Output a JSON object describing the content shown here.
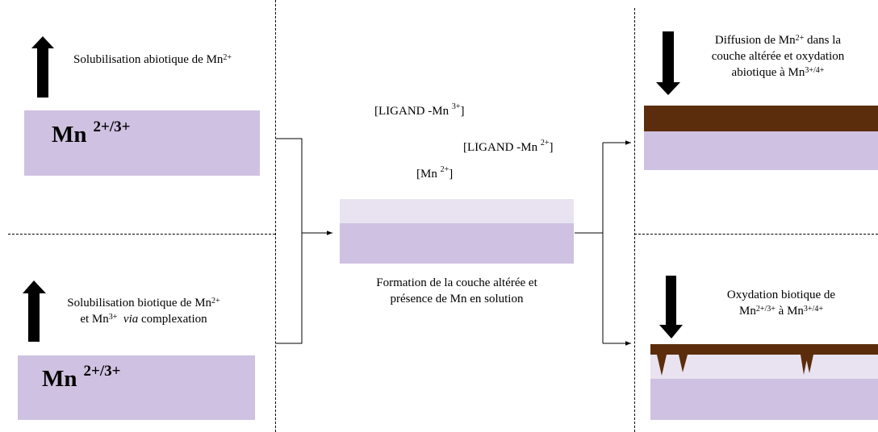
{
  "colors": {
    "mineral": "#cfc1e1",
    "altered_layer": "#e9e3f1",
    "oxide": "#5c2d0c",
    "arrow": "#000000"
  },
  "top_left": {
    "label_text": "Solubilisation abiotique de Mn",
    "label_sup": "2+",
    "block_base": "Mn",
    "block_sup": "2+/3+"
  },
  "bottom_left": {
    "line1_text": "Solubilisation biotique de Mn",
    "line1_sup": "2+",
    "line2_a": "et Mn",
    "line2_sup": "3+",
    "line2_via": "via",
    "line2_b": " complexation",
    "block_base": "Mn",
    "block_sup": "2+/3+"
  },
  "center": {
    "species_1_text": "[LIGAND -Mn ",
    "species_1_sup": "3+",
    "species_1_end": "]",
    "species_2_text": "[LIGAND -Mn ",
    "species_2_sup": "2+",
    "species_2_end": "]",
    "species_3_text": "[Mn ",
    "species_3_sup": "2+",
    "species_3_end": "]",
    "caption_line1": "Formation de la couche altérée et",
    "caption_line2": "présence de Mn en solution"
  },
  "top_right": {
    "line1_a": "Diffusion de Mn",
    "line1_sup": "2+",
    "line1_b": " dans la",
    "line2": "couche altérée et oxydation",
    "line3_a": "abiotique à Mn",
    "line3_sup": "3+/4+"
  },
  "bottom_right": {
    "line1": "Oxydation biotique de",
    "line2_a": "Mn",
    "line2_sup1": "2+/3+",
    "line2_b": " à Mn",
    "line2_sup2": "3+/4+"
  }
}
